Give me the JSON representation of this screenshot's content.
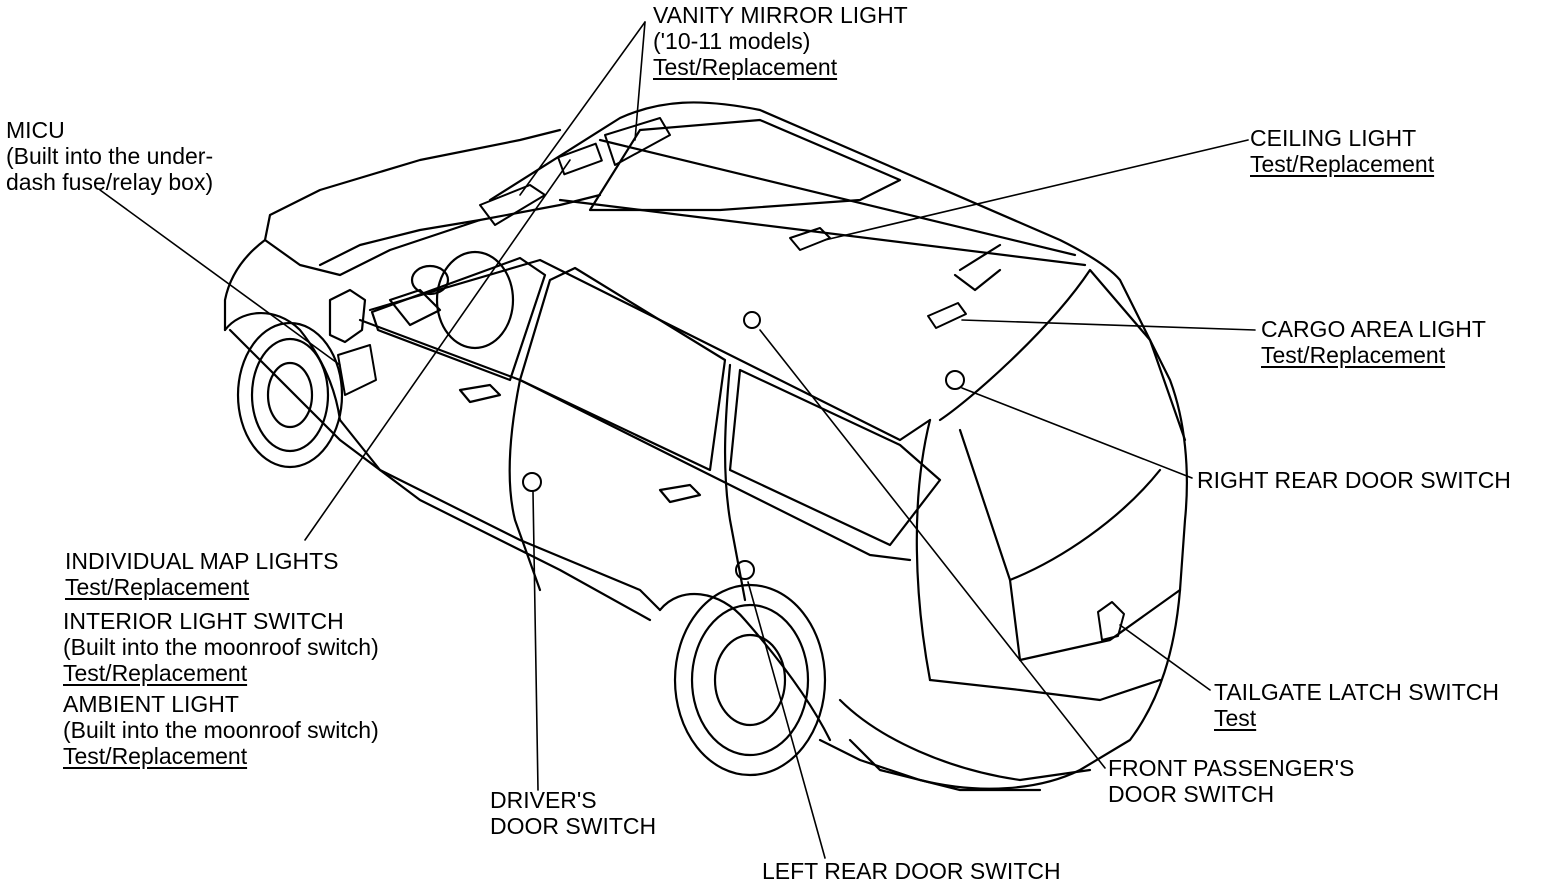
{
  "labels": {
    "vanity": {
      "title": "VANITY MIRROR LIGHT",
      "note": " ('10-11 models)",
      "link": "Test/Replacement"
    },
    "micu": {
      "title": "MICU",
      "line2": "(Built into the under-",
      "line3": "dash fuse/relay box)"
    },
    "ceiling": {
      "title": "CEILING LIGHT",
      "link": "Test/Replacement"
    },
    "cargo": {
      "title": "CARGO AREA LIGHT",
      "link": "Test/Replacement"
    },
    "right_rear": {
      "title": "RIGHT REAR DOOR SWITCH"
    },
    "tailgate": {
      "title": "TAILGATE LATCH SWITCH",
      "link": "Test"
    },
    "front_passenger": {
      "line1": "FRONT PASSENGER'S",
      "line2": "DOOR SWITCH"
    },
    "left_rear": {
      "title": "LEFT REAR DOOR SWITCH"
    },
    "driver": {
      "line1": "DRIVER'S",
      "line2": "DOOR SWITCH"
    },
    "map_lights": {
      "title": "INDIVIDUAL MAP LIGHTS",
      "link": "Test/Replacement"
    },
    "interior_switch": {
      "title": "INTERIOR LIGHT SWITCH",
      "note": "(Built into the moonroof switch)",
      "link": "Test/Replacement"
    },
    "ambient": {
      "title": "AMBIENT LIGHT",
      "note": "(Built into the moonroof switch)",
      "link": "Test/Replacement"
    }
  }
}
